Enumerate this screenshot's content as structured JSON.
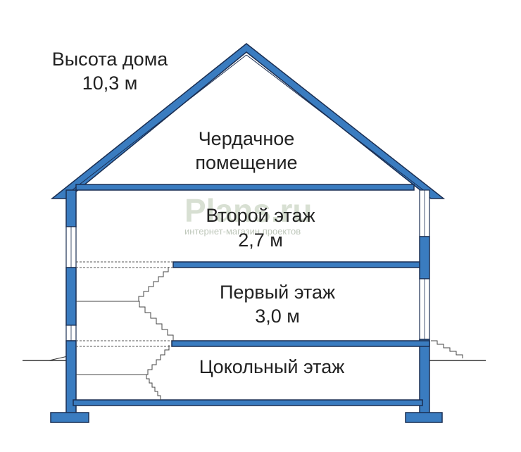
{
  "total_height": {
    "label": "Высота дома",
    "value": "10,3 м"
  },
  "attic": {
    "line1": "Чердачное",
    "line2": "помещение"
  },
  "second_floor": {
    "label": "Второй этаж",
    "height": "2,7 м"
  },
  "first_floor": {
    "label": "Первый этаж",
    "height": "3,0 м"
  },
  "basement": {
    "label": "Цокольный этаж"
  },
  "watermark": {
    "brand": "Plans.ru",
    "tagline": "интернет-магазин проектов"
  },
  "colors": {
    "structure": "#3a7cc0",
    "outline": "#1a2e52",
    "text": "#222222",
    "watermark": "#b9c8b0"
  }
}
